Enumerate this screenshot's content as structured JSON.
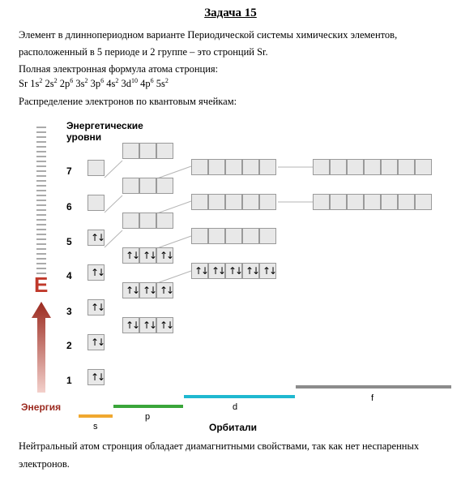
{
  "title": "Задача 15",
  "para1_line1": "Элемент в длиннопериодном варианте Периодической системы химических элементов,",
  "para1_line2": "расположенный в 5 периоде и 2 группе – это стронций Sr.",
  "formula_intro": "Полная электронная формула атома стронция:",
  "formula": {
    "symbol": "Sr",
    "terms": [
      {
        "orb": "1s",
        "e": "2"
      },
      {
        "orb": "2s",
        "e": "2"
      },
      {
        "orb": "2p",
        "e": "6"
      },
      {
        "orb": "3s",
        "e": "2"
      },
      {
        "orb": "3p",
        "e": "6"
      },
      {
        "orb": "4s",
        "e": "2"
      },
      {
        "orb": "3d",
        "e": "10"
      },
      {
        "orb": "4p",
        "e": "6"
      },
      {
        "orb": "5s",
        "e": "2"
      }
    ]
  },
  "distribution_intro": "Распределение электронов по квантовым ячейкам:",
  "diagram": {
    "header_line1": "Энергетические",
    "header_line2": "уровни",
    "levels": [
      "1",
      "2",
      "3",
      "4",
      "5",
      "6",
      "7"
    ],
    "energy_letter": "E",
    "energy_label": "Энергия",
    "orbitals_label": "Орбитали",
    "orbital_names": [
      "s",
      "p",
      "d",
      "f"
    ],
    "orbital_colors": {
      "s": "#f0a830",
      "p": "#3aa53a",
      "d": "#1fb8d0",
      "f": "#8c8c8c"
    },
    "arrow_color": "#9b2a1f",
    "pair_symbol": "↑↓",
    "filled": {
      "s": [
        true,
        true,
        true,
        true,
        true,
        false,
        false
      ],
      "p": [
        true,
        true,
        true,
        false,
        false,
        false
      ],
      "d": [
        true,
        false,
        false,
        false
      ],
      "f": [
        false,
        false
      ]
    }
  },
  "conclusion_line1": "Нейтральный атом стронция обладает диамагнитными свойствами, так как нет неспаренных",
  "conclusion_line2": "электронов."
}
